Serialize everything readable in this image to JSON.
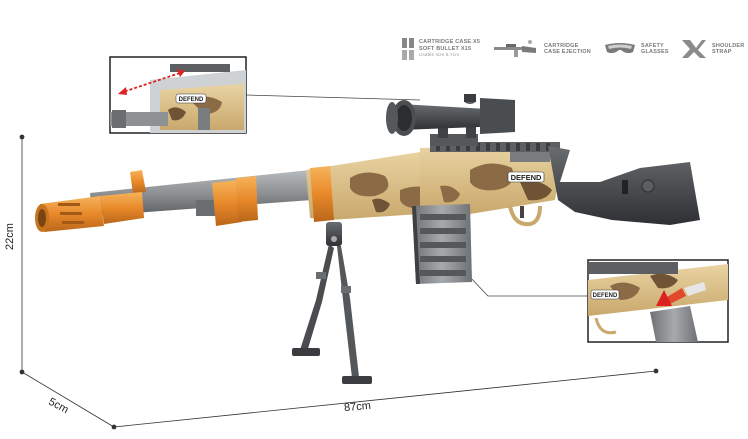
{
  "features": [
    {
      "line1": "CARTRIDGE CASE X5",
      "line2": "SOFT BULLET X15",
      "line3": "Usable size 5.7cm",
      "icon": "cartridge-icon"
    },
    {
      "line1": "CARTRIDGE",
      "line2": "CASE EJECTION",
      "icon": "rifle-icon"
    },
    {
      "line1": "SAFETY",
      "line2": "GLASSES",
      "icon": "glasses-icon"
    },
    {
      "line1": "SHOULDER",
      "line2": "STRAP",
      "icon": "strap-icon"
    }
  ],
  "product": {
    "stock_label": "DEFEND",
    "inset_label": "DEFEND",
    "inset2_label": "DEFEND"
  },
  "dimensions": {
    "height": "22cm",
    "depth": "5cm",
    "length": "87cm"
  },
  "colors": {
    "sand": "#d8bd85",
    "brown": "#8a6b45",
    "orange": "#e88a2a",
    "gray": "#8e9194",
    "dark": "#3d3f42"
  }
}
